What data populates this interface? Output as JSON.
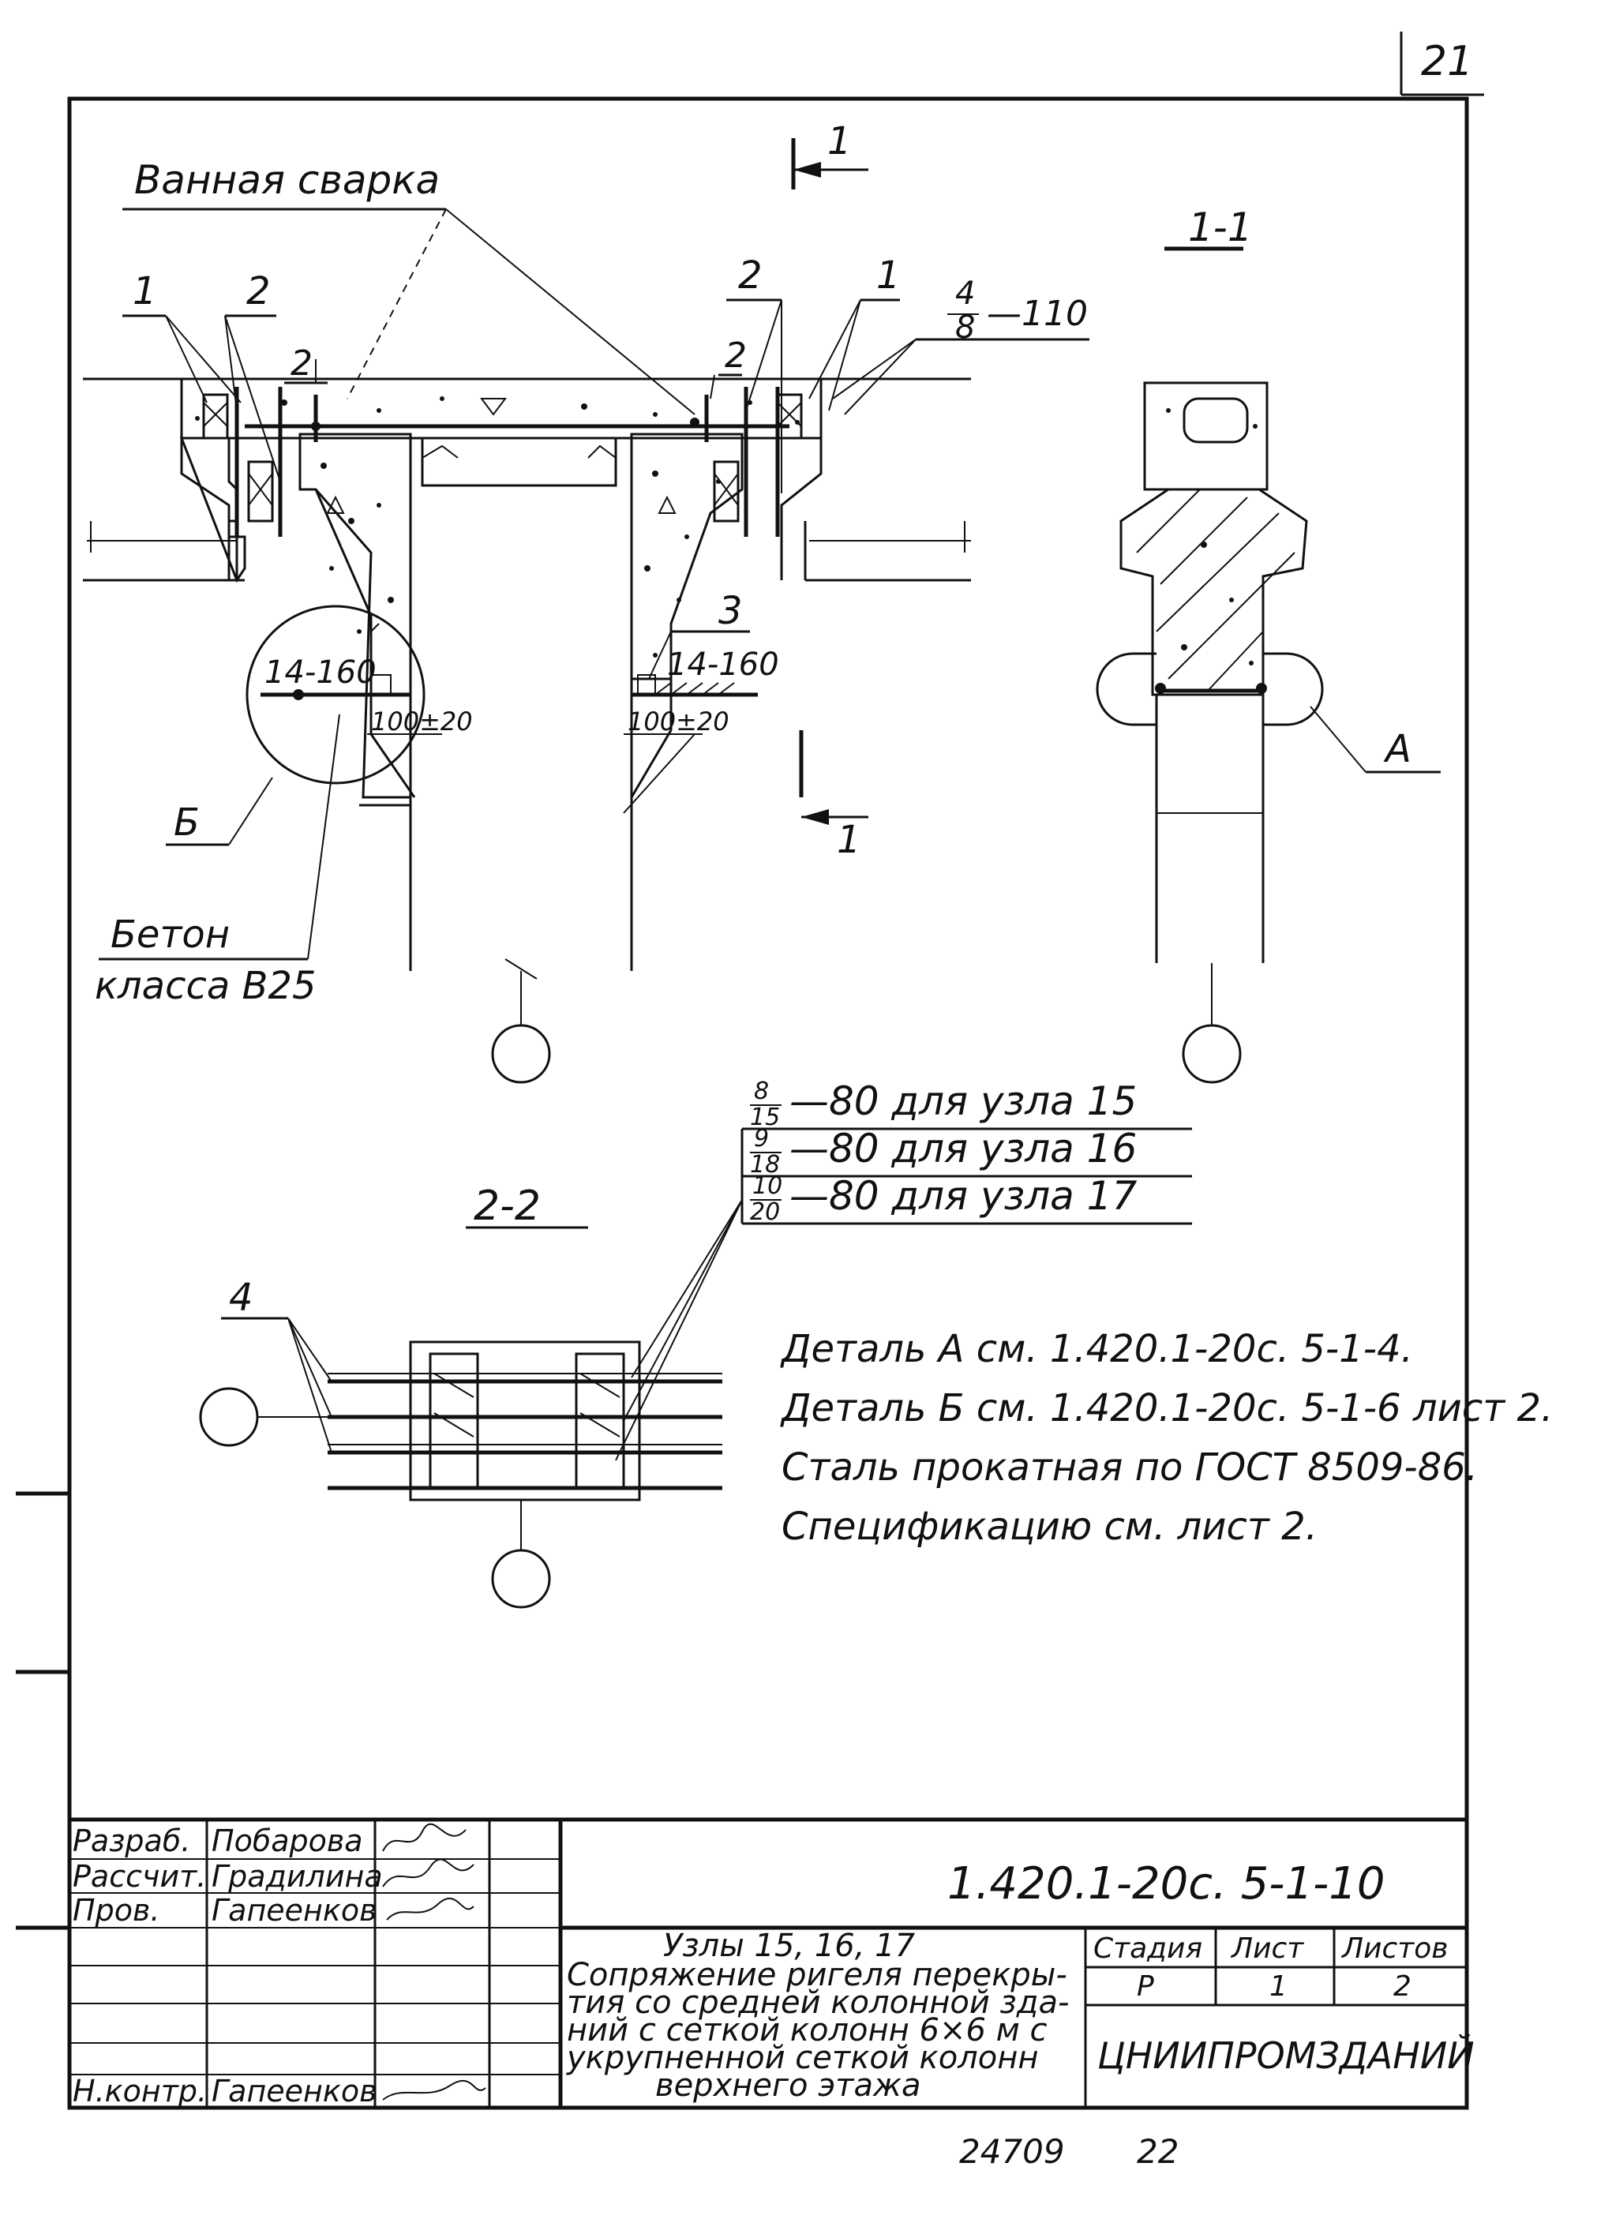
{
  "page_number": "21",
  "drawing": {
    "label_weld": "Ванная сварка",
    "section_mark": "1",
    "section_1_1": "1-1",
    "section_2_2": "2-2",
    "callouts": {
      "pos1": "1",
      "pos2": "2",
      "pos3": "3",
      "pos4": "4",
      "frac_4_8_num": "4",
      "frac_4_8_den": "8",
      "frac_4_8_len": "—110",
      "dim_14_160": "14-160",
      "dim_100_20": "100±20",
      "detail_b": "Б",
      "detail_a": "А"
    },
    "concrete_label_1": "Бетон",
    "concrete_label_2": "класса В25",
    "node_table": [
      {
        "num": "8",
        "den": "15",
        "text": "—80  для узла 15"
      },
      {
        "num": "9",
        "den": "18",
        "text": "—80  для узла 16"
      },
      {
        "num": "10",
        "den": "20",
        "text": "—80  для узла 17"
      }
    ],
    "notes": [
      "Деталь А см. 1.420.1-20с. 5-1-4.",
      "Деталь Б см. 1.420.1-20с. 5-1-6 лист 2.",
      "Сталь прокатная по ГОСТ 8509-86.",
      "Спецификацию см. лист 2."
    ]
  },
  "title_block": {
    "rows": [
      {
        "role": "Разраб.",
        "name": "Побарова"
      },
      {
        "role": "Рассчит.",
        "name": "Градилина"
      },
      {
        "role": "Пров.",
        "name": "Гапеенков"
      },
      {
        "role": "",
        "name": ""
      },
      {
        "role": "",
        "name": ""
      },
      {
        "role": "",
        "name": ""
      },
      {
        "role": "Н.контр.",
        "name": "Гапеенков"
      }
    ],
    "doc_code": "1.420.1-20с. 5-1-10",
    "title_line1": "Узлы 15, 16, 17",
    "title_line2": "Сопряжение ригеля перекры-",
    "title_line3": "тия со средней колонной зда-",
    "title_line4": "ний с сеткой колонн 6×6 м с",
    "title_line5": "укрупненной сеткой колонн",
    "title_line6": "верхнего этажа",
    "stage_label": "Стадия",
    "sheet_label": "Лист",
    "sheets_label": "Листов",
    "stage_value": "Р",
    "sheet_value": "1",
    "sheets_value": "2",
    "organization": "ЦНИИПРОМЗДАНИЙ"
  },
  "footer": {
    "archive_no": "24709",
    "page_ref": "22"
  }
}
